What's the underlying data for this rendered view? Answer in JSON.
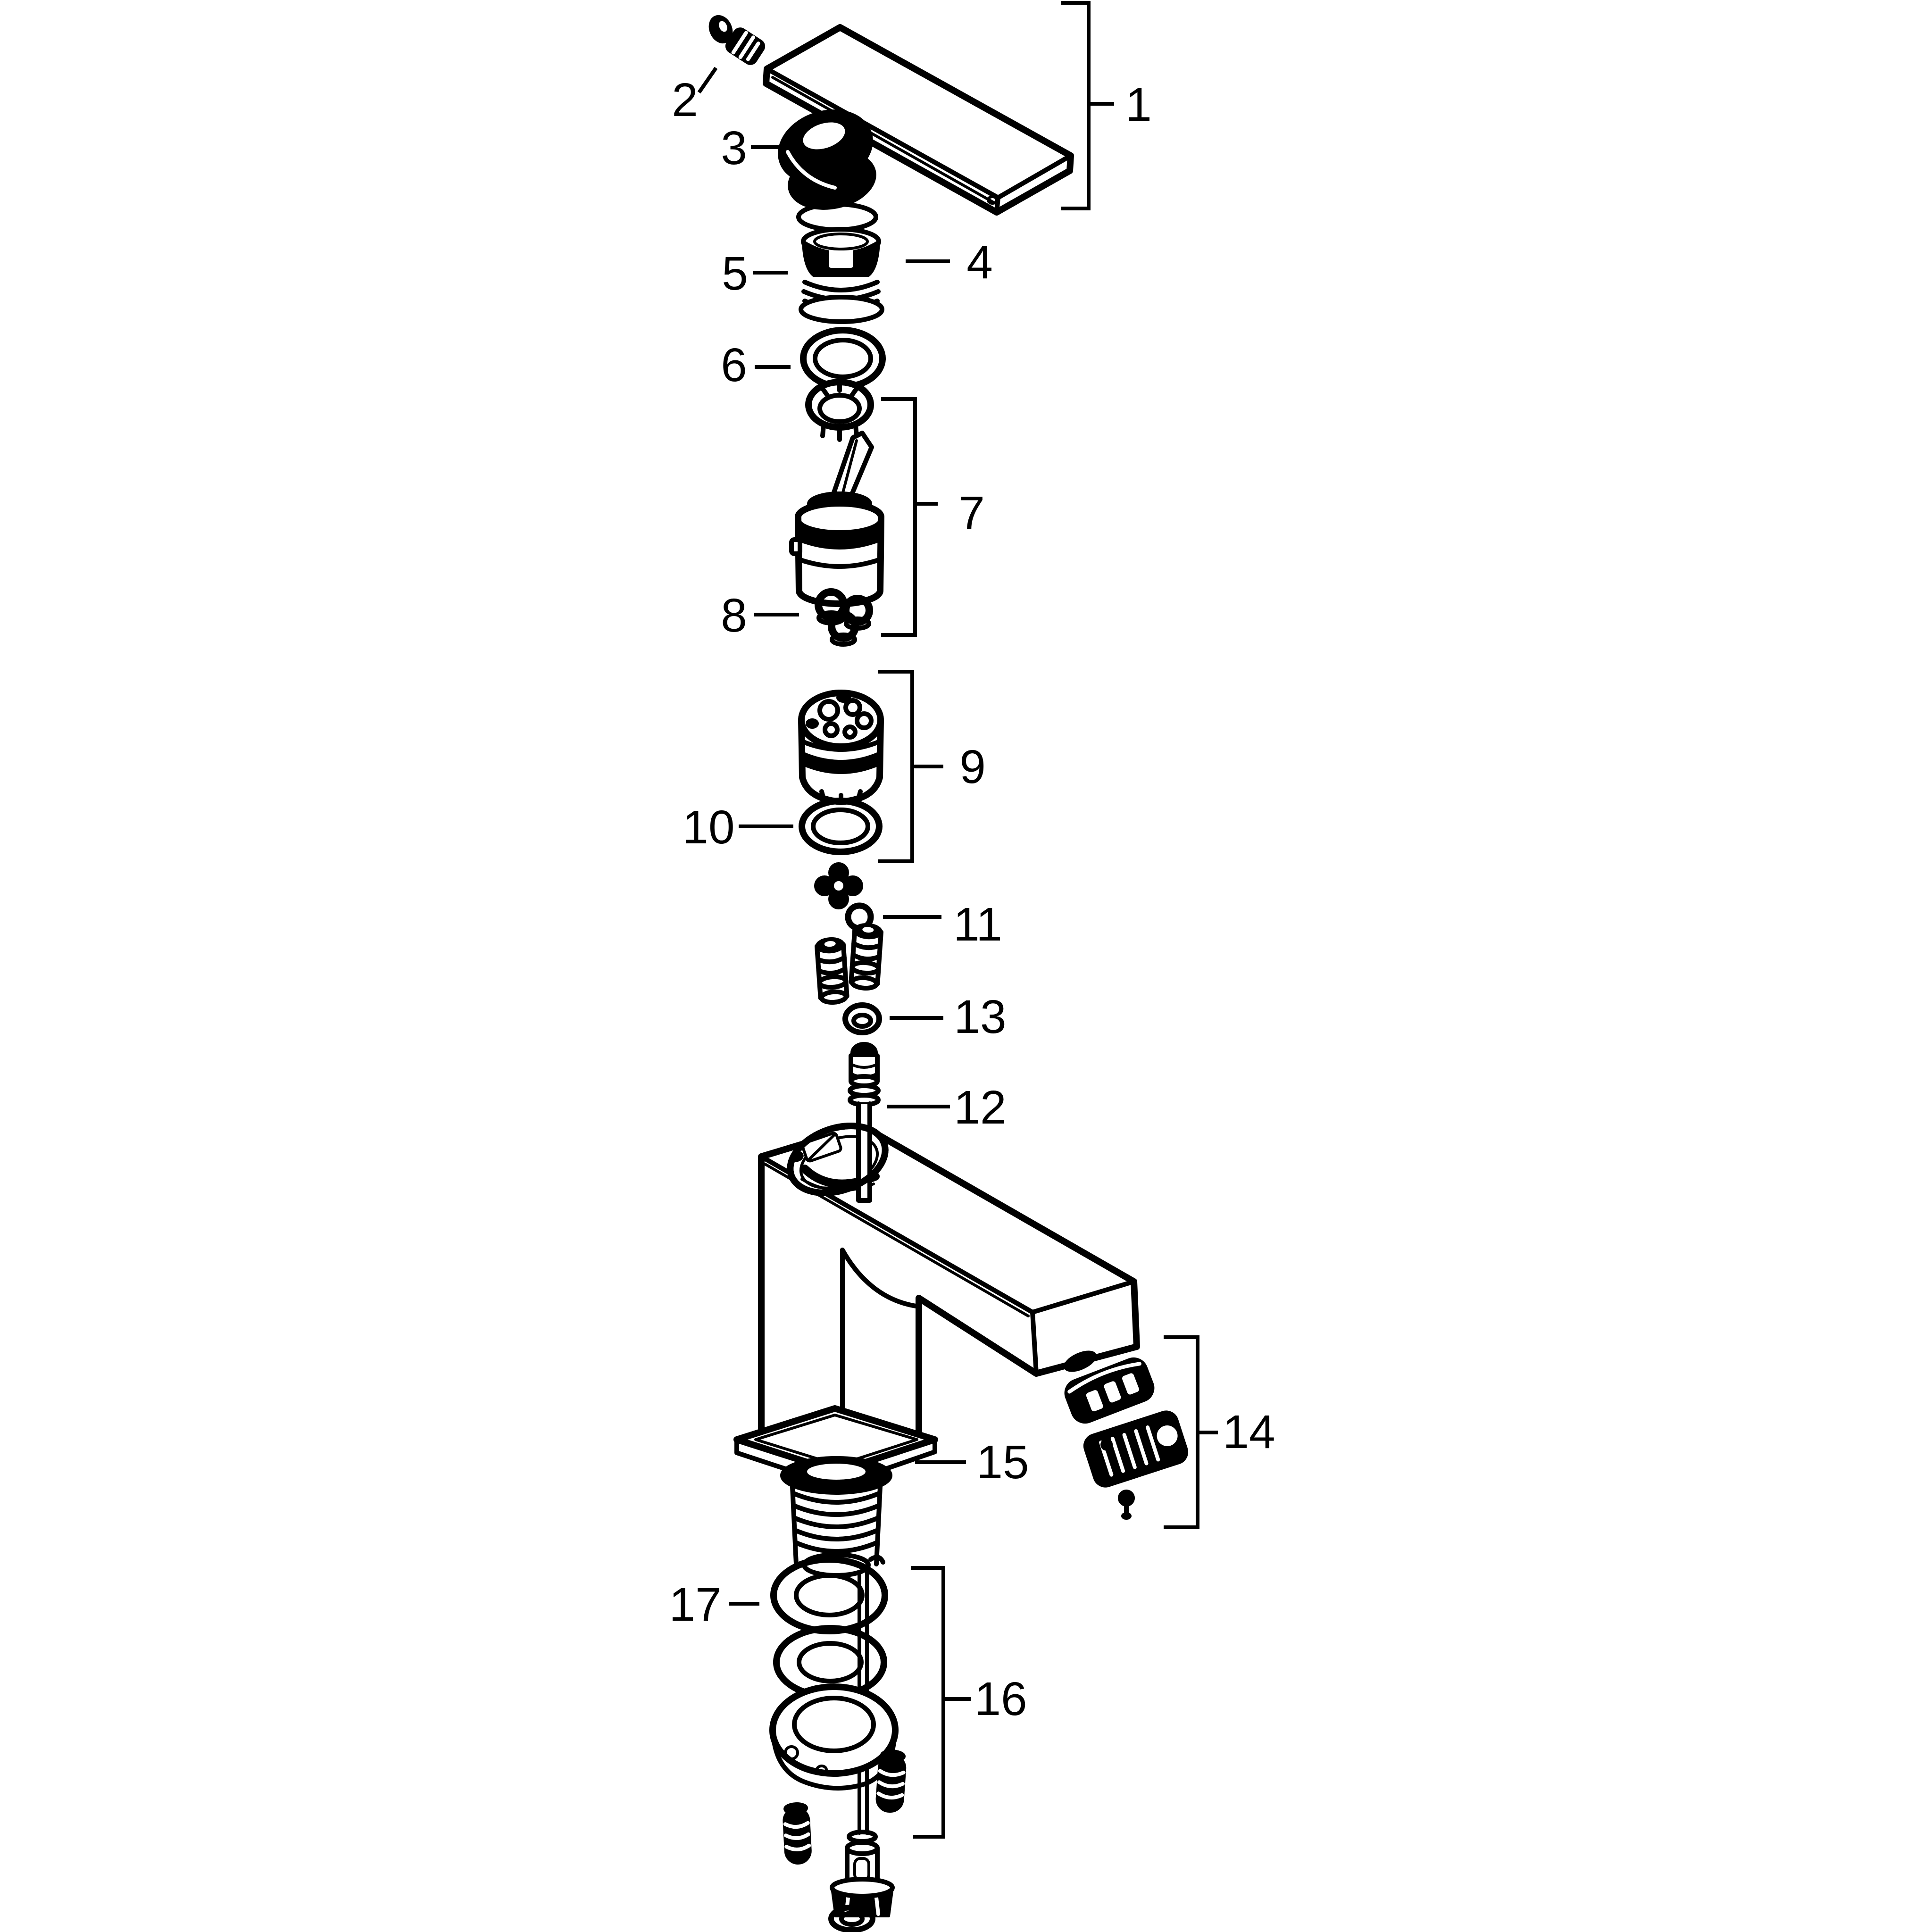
{
  "figure": {
    "type": "exploded-parts-diagram",
    "subject": "single-lever basin faucet with pop-up drain set",
    "background_color": "#ffffff",
    "line_color": "#000000",
    "total_parts": 17,
    "parts": [
      {
        "number": "1",
        "callout": "bracket"
      },
      {
        "number": "2",
        "callout": "leader-line"
      },
      {
        "number": "3",
        "callout": "dash"
      },
      {
        "number": "4",
        "callout": "dash"
      },
      {
        "number": "5",
        "callout": "dash"
      },
      {
        "number": "6",
        "callout": "dash"
      },
      {
        "number": "7",
        "callout": "bracket"
      },
      {
        "number": "8",
        "callout": "dash"
      },
      {
        "number": "9",
        "callout": "bracket"
      },
      {
        "number": "10",
        "callout": "dash"
      },
      {
        "number": "11",
        "callout": "dash"
      },
      {
        "number": "12",
        "callout": "dash"
      },
      {
        "number": "13",
        "callout": "dash"
      },
      {
        "number": "14",
        "callout": "bracket"
      },
      {
        "number": "15",
        "callout": "dash"
      },
      {
        "number": "16",
        "callout": "bracket"
      },
      {
        "number": "17",
        "callout": "dash"
      }
    ]
  }
}
